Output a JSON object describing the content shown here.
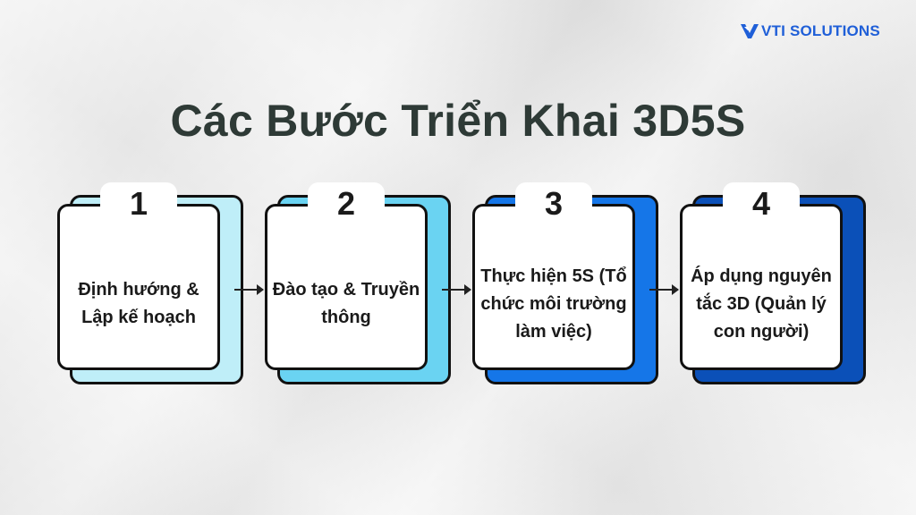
{
  "brand": {
    "logo_text": "VTI SOLUTIONS",
    "color": "#1f5fd8"
  },
  "title": "Các Bước Triển Khai 3D5S",
  "steps": [
    {
      "number": "1",
      "label": "Định hướng & Lập kế hoạch",
      "shadow_color": "#bfeef8"
    },
    {
      "number": "2",
      "label": "Đào tạo & Truyền thông",
      "shadow_color": "#6ad3f2"
    },
    {
      "number": "3",
      "label": "Thực hiện 5S (Tổ chức môi trường làm việc)",
      "shadow_color": "#1576e8"
    },
    {
      "number": "4",
      "label": "Áp dụng nguyên tắc 3D (Quản lý con người)",
      "shadow_color": "#0b50b8"
    }
  ],
  "colors": {
    "title": "#2e3a36",
    "outline": "#111111",
    "background": "#ebebeb"
  }
}
